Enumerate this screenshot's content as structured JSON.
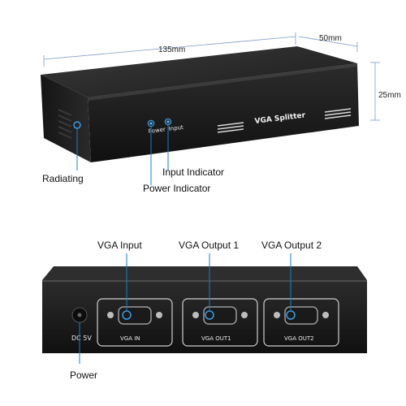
{
  "dimensions": {
    "length": "135mm",
    "width": "50mm",
    "height": "25mm"
  },
  "device": {
    "top_label": "VGA Splitter",
    "front_text": {
      "power": "Power",
      "input": "Input"
    },
    "rear_text": {
      "dc": "DC 5V",
      "vga_in": "VGA  IN",
      "vga_out1": "VGA  OUT1",
      "vga_out2": "VGA  OUT2"
    }
  },
  "callouts": {
    "radiating": "Radiating",
    "input_indicator": "Input Indicator",
    "power_indicator": "Power Indicator",
    "vga_input": "VGA Input",
    "vga_output_1": "VGA Output 1",
    "vga_output_2": "VGA Output 2",
    "power": "Power"
  },
  "colors": {
    "body": "#1e1e1e",
    "dimension_line": "#7a9cc6",
    "callout_line": "#1a7ec8",
    "led_ring": "#3a9be0"
  }
}
